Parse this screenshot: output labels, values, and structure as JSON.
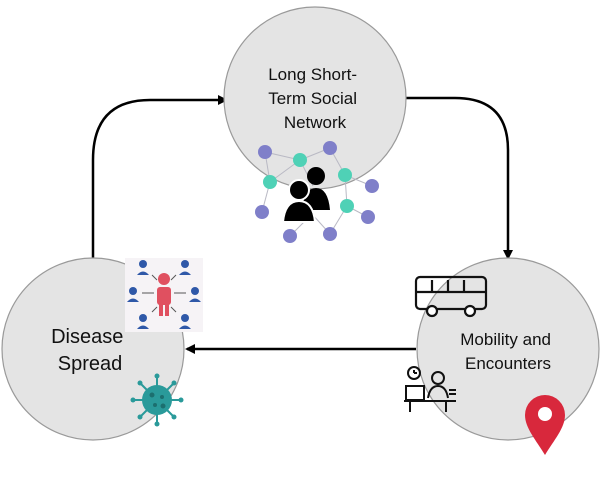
{
  "nodes": {
    "social_network": {
      "label_lines": [
        "Long Short-",
        "Term Social",
        "Network"
      ]
    },
    "mobility": {
      "label_lines": [
        "Mobility and",
        "Encounters"
      ]
    },
    "disease": {
      "label_lines": [
        "Disease",
        "Spread"
      ]
    }
  },
  "icons": {
    "social_network": "social-network-graph-icon",
    "people": "people-group-icon",
    "bus": "bus-icon",
    "worker": "desk-worker-icon",
    "location": "location-pin-icon",
    "contact_tracing": "contact-spread-icon",
    "virus": "virus-icon"
  },
  "colors": {
    "circle_fill": "#e4e4e4",
    "circle_stroke": "#9a9a9a",
    "arrow": "#000000",
    "graph_purple": "#7f7fc9",
    "graph_teal": "#4fd1b6",
    "pin_red": "#d8283c",
    "person_blue": "#2f58a8",
    "person_red": "#e05060",
    "virus_teal": "#2a9a9a"
  }
}
